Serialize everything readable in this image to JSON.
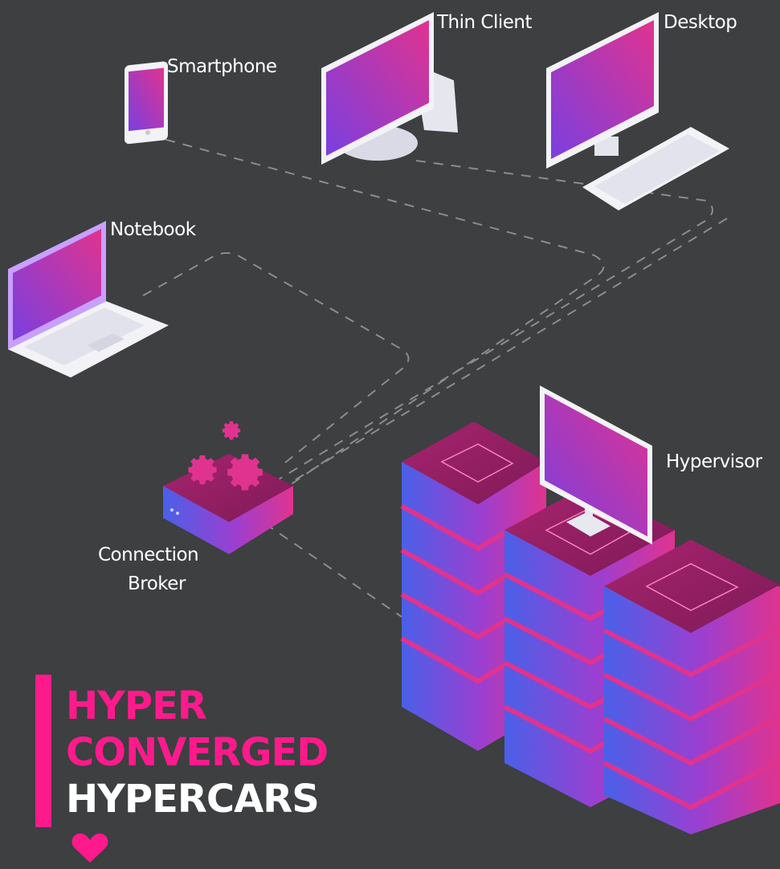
{
  "labels": {
    "smartphone": "Smartphone",
    "thin_client": "Thin Client",
    "desktop": "Desktop",
    "notebook": "Notebook",
    "hypervisor": "Hypervisor",
    "connection_broker_line1": "Connection",
    "connection_broker_line2": "Broker"
  },
  "logo": {
    "line1": "HYPER",
    "line2": "CONVERGED",
    "line3": "HYPERCARS",
    "icon": "heart-icon",
    "accent": "#ff1a8c"
  },
  "colors": {
    "background": "#3d3f40",
    "connector": "#8a8c8e",
    "magenta": "#e0338f",
    "violet": "#7a3fe0",
    "blue": "#4a60e8",
    "device_white": "#f2f2f7"
  }
}
